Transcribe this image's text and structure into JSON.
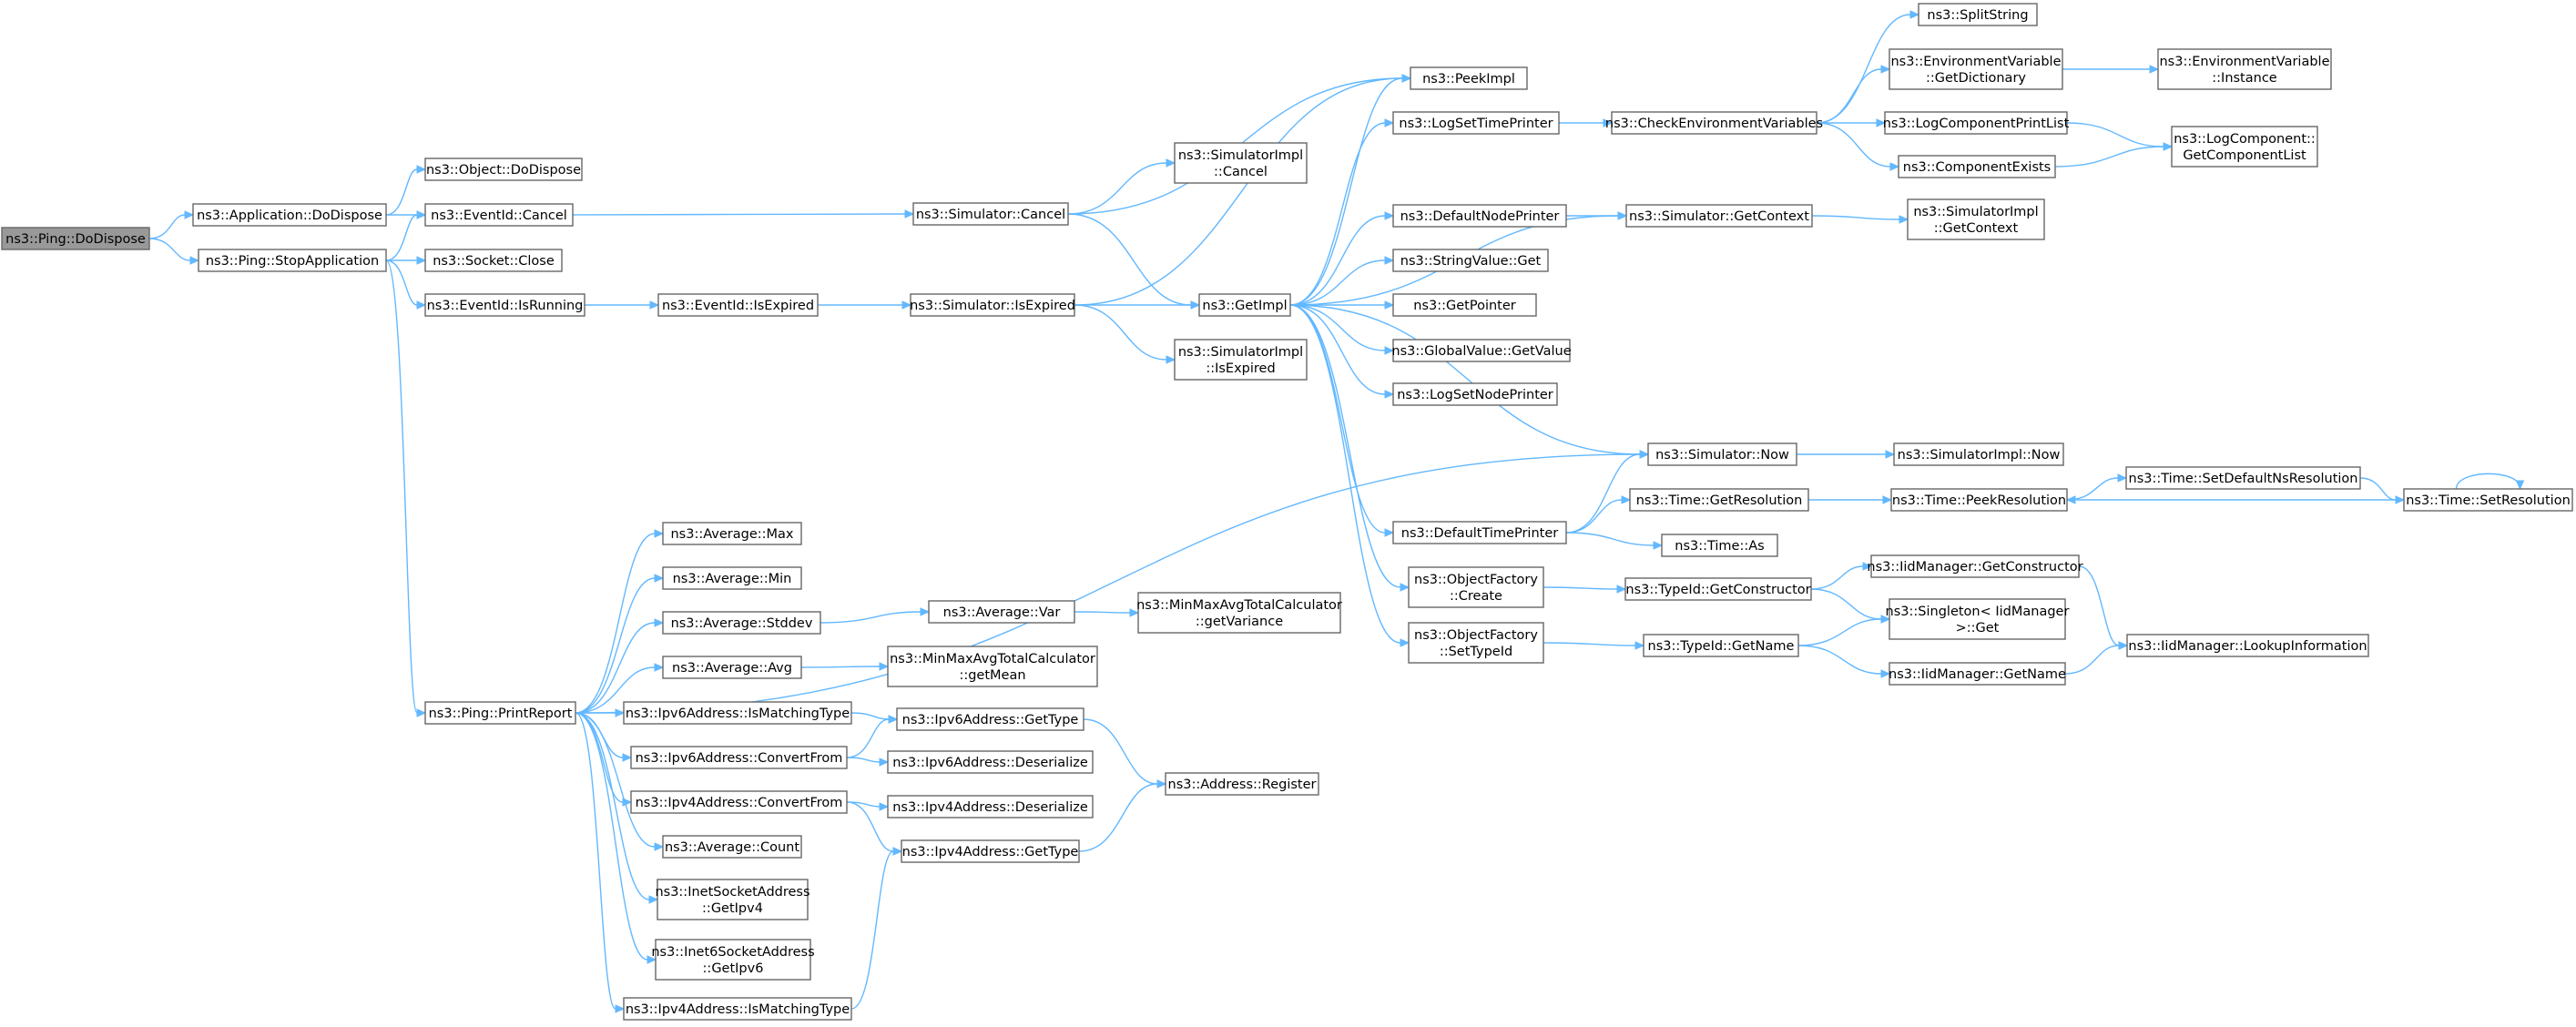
{
  "nodes": {
    "root": [
      "ns3::Ping::DoDispose"
    ],
    "app_dodispose": [
      "ns3::Application::DoDispose"
    ],
    "stopapp": [
      "ns3::Ping::StopApplication"
    ],
    "obj_dodispose": [
      "ns3::Object::DoDispose"
    ],
    "eid_cancel": [
      "ns3::EventId::Cancel"
    ],
    "sock_close": [
      "ns3::Socket::Close"
    ],
    "eid_running": [
      "ns3::EventId::IsRunning"
    ],
    "printreport": [
      "ns3::Ping::PrintReport"
    ],
    "eid_expired": [
      "ns3::EventId::IsExpired"
    ],
    "sim_cancel": [
      "ns3::Simulator::Cancel"
    ],
    "sim_isexpired": [
      "ns3::Simulator::IsExpired"
    ],
    "simimpl_cancel": [
      "ns3::SimulatorImpl",
      "::Cancel"
    ],
    "simimpl_isexpired": [
      "ns3::SimulatorImpl",
      "::IsExpired"
    ],
    "getimpl": [
      "ns3::GetImpl"
    ],
    "peekimpl": [
      "ns3::PeekImpl"
    ],
    "logsettime": [
      "ns3::LogSetTimePrinter"
    ],
    "defnodeprinter": [
      "ns3::DefaultNodePrinter"
    ],
    "strvalue_get": [
      "ns3::StringValue::Get"
    ],
    "getpointer": [
      "ns3::GetPointer"
    ],
    "globalvalue": [
      "ns3::GlobalValue::GetValue"
    ],
    "logsetnode": [
      "ns3::LogSetNodePrinter"
    ],
    "deftimeprinter": [
      "ns3::DefaultTimePrinter"
    ],
    "objfactory_create": [
      "ns3::ObjectFactory",
      "::Create"
    ],
    "objfactory_settype": [
      "ns3::ObjectFactory",
      "::SetTypeId"
    ],
    "checkenv": [
      "ns3::CheckEnvironmentVariables"
    ],
    "sim_getcontext": [
      "ns3::Simulator::GetContext"
    ],
    "sim_now": [
      "ns3::Simulator::Now"
    ],
    "time_getres": [
      "ns3::Time::GetResolution"
    ],
    "time_as": [
      "ns3::Time::As"
    ],
    "typeid_getctor": [
      "ns3::TypeId::GetConstructor"
    ],
    "typeid_getname": [
      "ns3::TypeId::GetName"
    ],
    "splitstring": [
      "ns3::SplitString"
    ],
    "envvar_getdict": [
      "ns3::EnvironmentVariable",
      "::GetDictionary"
    ],
    "logcomp_printlist": [
      "ns3::LogComponentPrintList"
    ],
    "compexists": [
      "ns3::ComponentExists"
    ],
    "simimpl_getcontext": [
      "ns3::SimulatorImpl",
      "::GetContext"
    ],
    "simimpl_now": [
      "ns3::SimulatorImpl::Now"
    ],
    "time_peekres": [
      "ns3::Time::PeekResolution"
    ],
    "iid_getctor": [
      "ns3::IidManager::GetConstructor"
    ],
    "singleton_get": [
      "ns3::Singleton< IidManager",
      " >::Get"
    ],
    "iid_getname": [
      "ns3::IidManager::GetName"
    ],
    "envvar_instance": [
      "ns3::EnvironmentVariable",
      "::Instance"
    ],
    "logcomp_getlist": [
      "ns3::LogComponent::",
      "GetComponentList"
    ],
    "time_setdefaultns": [
      "ns3::Time::SetDefaultNsResolution"
    ],
    "time_setres": [
      "ns3::Time::SetResolution"
    ],
    "iid_lookup": [
      "ns3::IidManager::LookupInformation"
    ],
    "avg_max": [
      "ns3::Average::Max"
    ],
    "avg_min": [
      "ns3::Average::Min"
    ],
    "avg_stddev": [
      "ns3::Average::Stddev"
    ],
    "avg_avg": [
      "ns3::Average::Avg"
    ],
    "ipv6_ismatching": [
      "ns3::Ipv6Address::IsMatchingType"
    ],
    "ipv6_convert": [
      "ns3::Ipv6Address::ConvertFrom"
    ],
    "ipv4_convert": [
      "ns3::Ipv4Address::ConvertFrom"
    ],
    "avg_count": [
      "ns3::Average::Count"
    ],
    "inetsock_ipv4": [
      "ns3::InetSocketAddress",
      "::GetIpv4"
    ],
    "inet6sock_ipv6": [
      "ns3::Inet6SocketAddress",
      "::GetIpv6"
    ],
    "ipv4_ismatching": [
      "ns3::Ipv4Address::IsMatchingType"
    ],
    "avg_var": [
      "ns3::Average::Var"
    ],
    "minmax_getmean": [
      "ns3::MinMaxAvgTotalCalculator",
      "::getMean"
    ],
    "minmax_getvar": [
      "ns3::MinMaxAvgTotalCalculator",
      "::getVariance"
    ],
    "ipv6_gettype": [
      "ns3::Ipv6Address::GetType"
    ],
    "ipv6_deserialize": [
      "ns3::Ipv6Address::Deserialize"
    ],
    "ipv4_deserialize": [
      "ns3::Ipv4Address::Deserialize"
    ],
    "ipv4_gettype": [
      "ns3::Ipv4Address::GetType"
    ],
    "addr_register": [
      "ns3::Address::Register"
    ]
  }
}
